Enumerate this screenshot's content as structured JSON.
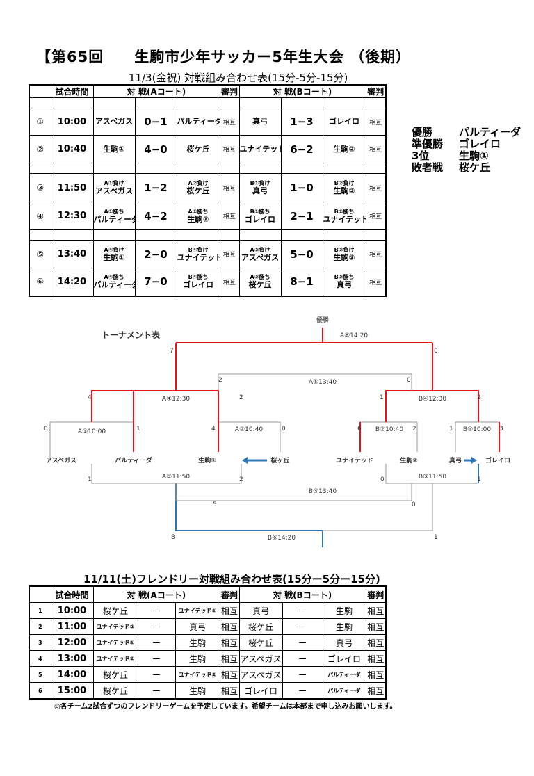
{
  "header": {
    "title": "【第65回　　生駒市少年サッカー5年生大会 （後期）",
    "subtitle": "11/3(金祝) 対戦組み合わせ表(15分-5分-15分)"
  },
  "schedule1": {
    "head": {
      "time": "試合時間",
      "courtA": "対 戦(Aコート)",
      "refA": "審判",
      "courtB": "対 戦(Bコート)",
      "refB": "審判"
    },
    "matches": [
      {
        "no": "①",
        "time": "10:00",
        "a1": "アスペガス",
        "as": "0−1",
        "a2": "パルティーダ",
        "ra": "相互",
        "b1": "真弓",
        "bs": "1−3",
        "b2": "ゴレイロ",
        "rb": "相互"
      },
      {
        "no": "②",
        "time": "10:40",
        "a1": "生駒①",
        "as": "4−0",
        "a2": "桜ケ丘",
        "ra": "相互",
        "b1": "ユナイテッド",
        "bs": "6−2",
        "b2": "生駒②",
        "rb": "相互"
      },
      {
        "no": "③",
        "time": "11:50",
        "a1c": "A①負け",
        "a1": "アスペガス",
        "as": "1−2",
        "a2c": "A②負け",
        "a2": "桜ケ丘",
        "ra": "相互",
        "b1c": "B①負け",
        "b1": "真弓",
        "bs": "1−0",
        "b2c": "B②負け",
        "b2": "生駒②",
        "rb": "相互"
      },
      {
        "no": "④",
        "time": "12:30",
        "a1c": "A①勝ち",
        "a1": "パルティーダ",
        "as": "4−2",
        "a2c": "A②勝ち",
        "a2": "生駒①",
        "ra": "相互",
        "b1c": "B①勝ち",
        "b1": "ゴレイロ",
        "bs": "2−1",
        "b2c": "B②勝ち",
        "b2": "ユナイテッド",
        "rb": "相互"
      },
      {
        "no": "⑤",
        "time": "13:40",
        "a1c": "A④負け",
        "a1": "生駒①",
        "as": "2−0",
        "a2c": "B④負け",
        "a2": "ユナイテッド",
        "ra": "相互",
        "b1c": "A③負け",
        "b1": "アスペガス",
        "bs": "5−0",
        "b2c": "B③負け",
        "b2": "生駒②",
        "rb": "相互"
      },
      {
        "no": "⑥",
        "time": "14:20",
        "a1c": "A④勝ち",
        "a1": "パルティーダ",
        "as": "7−0",
        "a2c": "B④勝ち",
        "a2": "ゴレイロ",
        "ra": "相互",
        "b1c": "A③勝ち",
        "b1": "桜ケ丘",
        "bs": "8−1",
        "b2c": "B③勝ち",
        "b2": "真弓",
        "rb": "相互"
      }
    ]
  },
  "results": [
    {
      "label": "優勝",
      "team": "パルティーダ"
    },
    {
      "label": "準優勝",
      "team": "ゴレイロ"
    },
    {
      "label": "3位",
      "team": "生駒①"
    },
    {
      "label": "敗者戦",
      "team": "桜ケ丘"
    }
  ],
  "bracket": {
    "title": "トーナメント表",
    "champion": "優勝",
    "teams": [
      "アスペガス",
      "パルティーダ",
      "生駒①",
      "桜ヶ丘",
      "ユナイテッド",
      "生駒②",
      "真弓",
      "ゴレイロ"
    ],
    "matches": {
      "a1": "A①10:00",
      "a2": "A②10:40",
      "b2": "B②10:40",
      "b1": "B①10:00",
      "a4": "A④12:30",
      "b4": "B④12:30",
      "a5": "A⑤13:40",
      "a6": "A⑥14:20",
      "a3": "A③11:50",
      "b3": "B③11:50",
      "b5": "B⑤13:40",
      "b6": "B⑥14:20"
    },
    "scores": {
      "a1l": "0",
      "a1r": "1",
      "a2l": "4",
      "a2r": "0",
      "b2l": "6",
      "b2r": "2",
      "b1l": "1",
      "b1r": "3",
      "a4l": "4",
      "a4r": "2",
      "b4l": "1",
      "b4r": "2",
      "a5l": "2",
      "a5r": "0",
      "a6l": "7",
      "a6r": "0",
      "a3l": "1",
      "a3r": "2",
      "b3l": "0",
      "b3r": "1",
      "b5l": "5",
      "b5r": "0",
      "b6l": "8",
      "b6r": "1"
    },
    "colors": {
      "win": "#e8141c",
      "lose": "#2e75b6",
      "line": "#999999"
    }
  },
  "schedule2": {
    "title": "11/11(土)フレンドリー対戦組み合わせ表(15分ー5分ー15分)",
    "head": {
      "time": "試合時間",
      "courtA": "対 戦(Aコート)",
      "refA": "審判",
      "courtB": "対 戦(Bコート)",
      "refB": "審判"
    },
    "matches": [
      {
        "no": "1",
        "time": "10:00",
        "a1": "桜ケ丘",
        "dash": "ー",
        "a2": "ユナイテッド①",
        "ra": "相互",
        "b1": "真弓",
        "b2": "生駒",
        "rb": "相互"
      },
      {
        "no": "2",
        "time": "11:00",
        "a1": "ユナイテッド②",
        "dash": "ー",
        "a2": "真弓",
        "ra": "相互",
        "b1": "桜ケ丘",
        "b2": "生駒",
        "rb": "相互"
      },
      {
        "no": "3",
        "time": "12:00",
        "a1": "ユナイテッド①",
        "dash": "ー",
        "a2": "生駒",
        "ra": "相互",
        "b1": "桜ケ丘",
        "b2": "真弓",
        "rb": "相互"
      },
      {
        "no": "4",
        "time": "13:00",
        "a1": "ユナイテッド②",
        "dash": "ー",
        "a2": "生駒",
        "ra": "相互",
        "b1": "アスペガス",
        "b2": "ゴレイロ",
        "rb": "相互"
      },
      {
        "no": "5",
        "time": "14:00",
        "a1": "桜ケ丘",
        "dash": "ー",
        "a2": "ユナイテッド②",
        "ra": "相互",
        "b1": "アスペガス",
        "b2": "パルティーダ",
        "rb": "相互"
      },
      {
        "no": "6",
        "time": "15:00",
        "a1": "桜ケ丘",
        "dash": "ー",
        "a2": "生駒",
        "ra": "相互",
        "b1": "ゴレイロ",
        "b2": "パルティーダ",
        "rb": "相互"
      }
    ],
    "note": "◎各チーム2試合ずつのフレンドリーゲームを予定しています。希望チームは本部まで申し込みお願いします。"
  }
}
